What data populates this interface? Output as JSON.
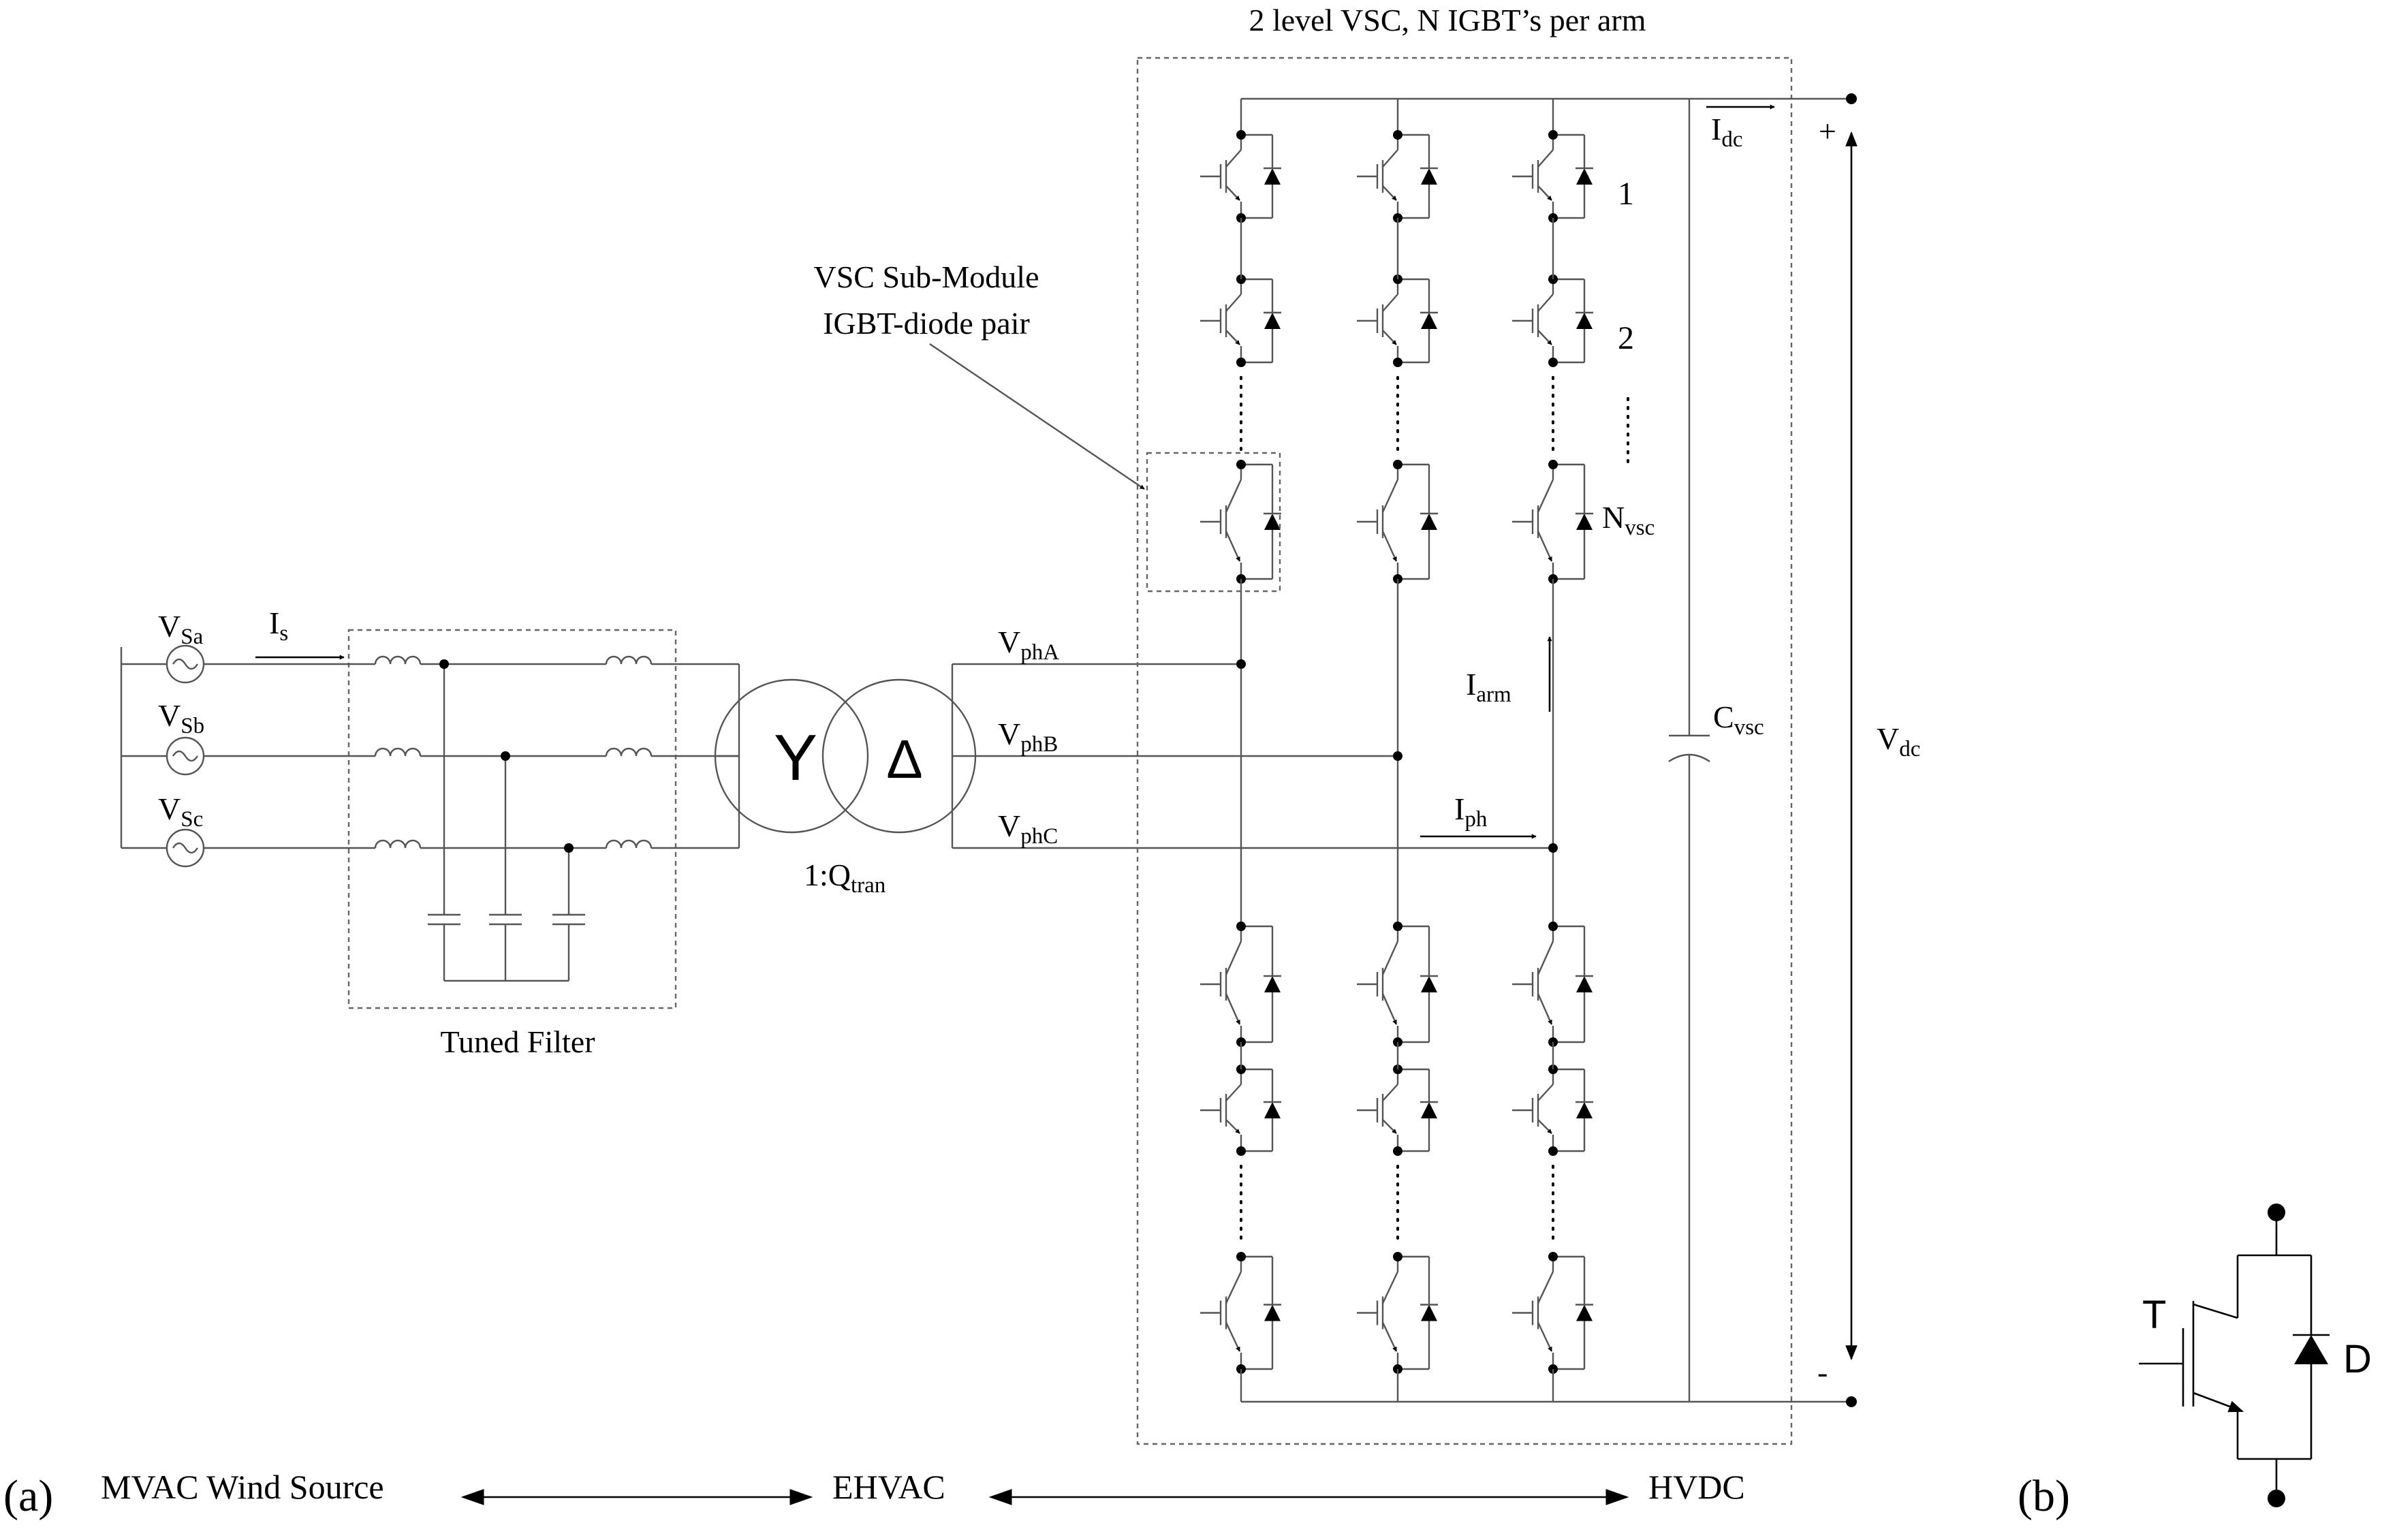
{
  "title": "2 level VSC, N IGBT’s per arm",
  "sources": [
    {
      "main": "V",
      "sub": "Sa"
    },
    {
      "main": "V",
      "sub": "Sb"
    },
    {
      "main": "V",
      "sub": "Sc"
    }
  ],
  "source_current": {
    "main": "I",
    "sub": "s"
  },
  "filter_label": "Tuned Filter",
  "transformer": {
    "primary": "Y",
    "secondary": "Δ",
    "ratio_main": "1:Q",
    "ratio_sub": "tran"
  },
  "phases": [
    {
      "main": "V",
      "sub": "phA"
    },
    {
      "main": "V",
      "sub": "phB"
    },
    {
      "main": "V",
      "sub": "phC"
    }
  ],
  "submodule_callout": {
    "line1": "VSC Sub-Module",
    "line2": "IGBT-diode pair"
  },
  "module_numbers": {
    "first": "1",
    "second": "2",
    "last_main": "N",
    "last_sub": "vsc"
  },
  "currents": {
    "dc": {
      "main": "I",
      "sub": "dc"
    },
    "arm": {
      "main": "I",
      "sub": "arm"
    },
    "phase": {
      "main": "I",
      "sub": "ph"
    }
  },
  "capacitor": {
    "main": "C",
    "sub": "vsc"
  },
  "dc_voltage": {
    "main": "V",
    "sub": "dc"
  },
  "dc_terminals": {
    "positive": "+",
    "negative": "-"
  },
  "bottom_row": {
    "panel_a": "(a)",
    "mvac": "MVAC Wind Source",
    "ehvac": "EHVAC",
    "hvdc": "HVDC",
    "panel_b": "(b)"
  },
  "detail_labels": {
    "transistor": "T",
    "diode": "D"
  }
}
